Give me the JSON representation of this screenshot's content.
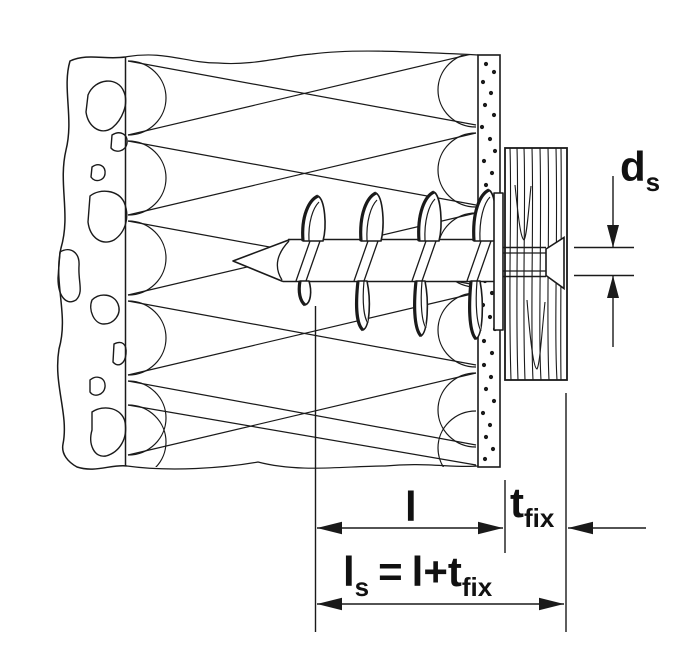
{
  "figure": {
    "colors": {
      "background": "#ffffff",
      "ink": "#1a1a1a"
    },
    "labels": {
      "ds_main": "d",
      "ds_sub": "s",
      "l_main": "l",
      "tfix_main": "t",
      "tfix_sub": "fix",
      "ls_lead": "l",
      "ls_lead_sub": "s",
      "ls_eq": "=",
      "ls_rhs": "l+t",
      "ls_rhs_sub": "fix"
    }
  }
}
